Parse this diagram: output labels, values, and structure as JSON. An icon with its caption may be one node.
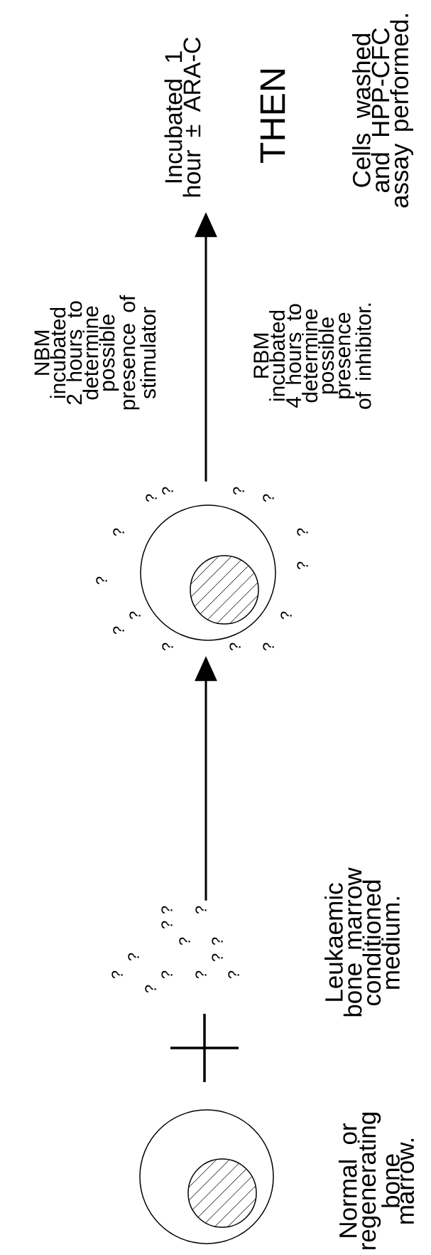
{
  "diagram": {
    "nodes": [
      {
        "text": [],
        "shape": "circle",
        "beside": [
          "Normal or regenerating bone marrow."
        ]
      },
      {
        "text": [
          "?",
          "?",
          "?",
          "?",
          "?",
          "?",
          "?",
          "?",
          "?",
          "?",
          "?",
          "?"
        ],
        "beside": [
          "Leukaemic bone marrow conditioned medium."
        ]
      },
      {
        "text": [
          "?",
          "?",
          "?",
          "?",
          "?",
          "?",
          "?",
          "?",
          "?",
          "?",
          "?",
          "?",
          "?",
          "?"
        ]
      },
      {
        "text": [
          "Incubated 1 hour ± ARA-C"
        ]
      }
    ],
    "edges": [
      {
        "from": 1,
        "to": 2,
        "arrow": "to"
      },
      {
        "from": 2,
        "to": 3,
        "arrow": "to"
      }
    ],
    "labels": [
      "NBM incubated 2 hours to determine possible presence of stimulator",
      "RBM incubated 4 hours to determine possible presence of inhibitor.",
      "THEN",
      "Cells washed and HPP-CFC assay performed."
    ]
  }
}
